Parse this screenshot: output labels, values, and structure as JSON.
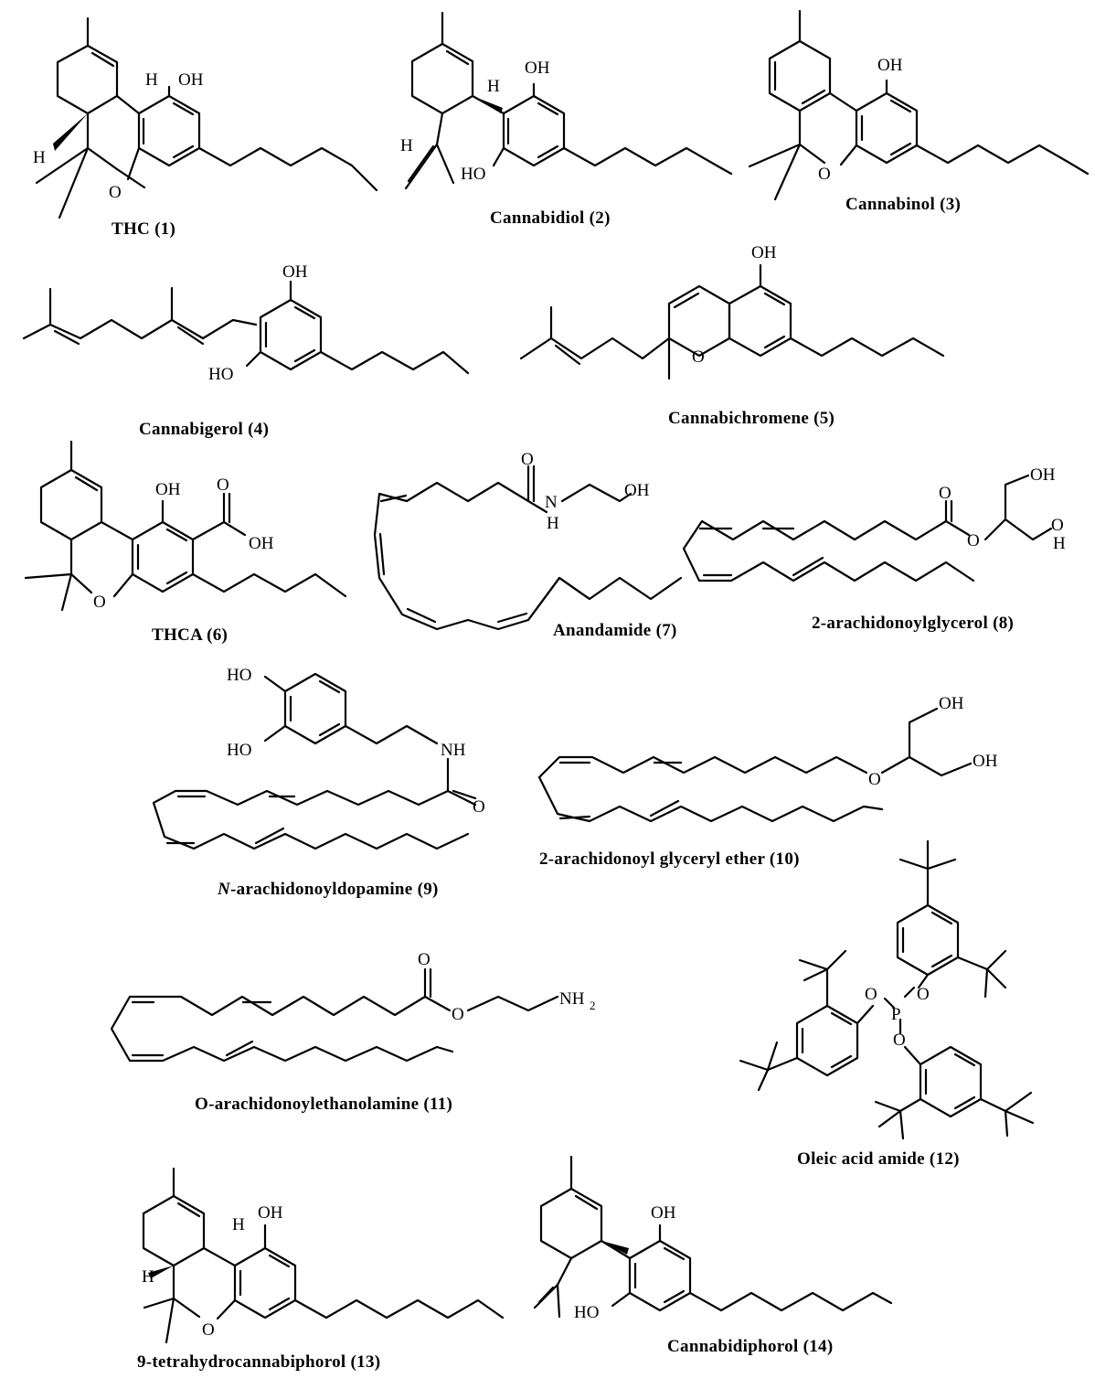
{
  "figure": {
    "compounds": [
      {
        "id": "1",
        "name": "THC (1)",
        "atoms": [
          "H",
          "OH",
          "H",
          "O"
        ]
      },
      {
        "id": "2",
        "name": "Cannabidiol (2)",
        "atoms": [
          "OH",
          "H",
          "H",
          "HO"
        ]
      },
      {
        "id": "3",
        "name": "Cannabinol (3)",
        "atoms": [
          "OH",
          "O"
        ]
      },
      {
        "id": "4",
        "name": "Cannabigerol (4)",
        "atoms": [
          "OH",
          "HO"
        ]
      },
      {
        "id": "5",
        "name": "Cannabichromene (5)",
        "atoms": [
          "OH",
          "O"
        ]
      },
      {
        "id": "6",
        "name": "THCA (6)",
        "atoms": [
          "OH",
          "O",
          "OH",
          "O"
        ]
      },
      {
        "id": "7",
        "name": "Anandamide (7)",
        "atoms": [
          "O",
          "N",
          "H",
          "OH"
        ]
      },
      {
        "id": "8",
        "name": "2-arachidonoylglycerol (8)",
        "atoms": [
          "OH",
          "O",
          "O",
          "O",
          "H"
        ]
      },
      {
        "id": "9",
        "name_prefix": "N",
        "name_rest": "-arachidonoyldopamine (9)",
        "atoms": [
          "HO",
          "HO",
          "NH",
          "O"
        ]
      },
      {
        "id": "10",
        "name": "2-arachidonoyl glyceryl ether (10)",
        "atoms": [
          "OH",
          "O",
          "OH"
        ]
      },
      {
        "id": "11",
        "name": "O-arachidonoylethanolamine (11)",
        "atoms": [
          "O",
          "O",
          "NH",
          "2"
        ]
      },
      {
        "id": "12",
        "name": "Oleic acid amide (12)",
        "atoms": [
          "O",
          "O",
          "P",
          "O"
        ]
      },
      {
        "id": "13",
        "name": "9-tetrahydrocannabiphorol (13)",
        "atoms": [
          "OH",
          "H",
          "H",
          "O"
        ]
      },
      {
        "id": "14",
        "name": "Cannabidiphorol (14)",
        "atoms": [
          "OH",
          "HO"
        ]
      }
    ]
  }
}
